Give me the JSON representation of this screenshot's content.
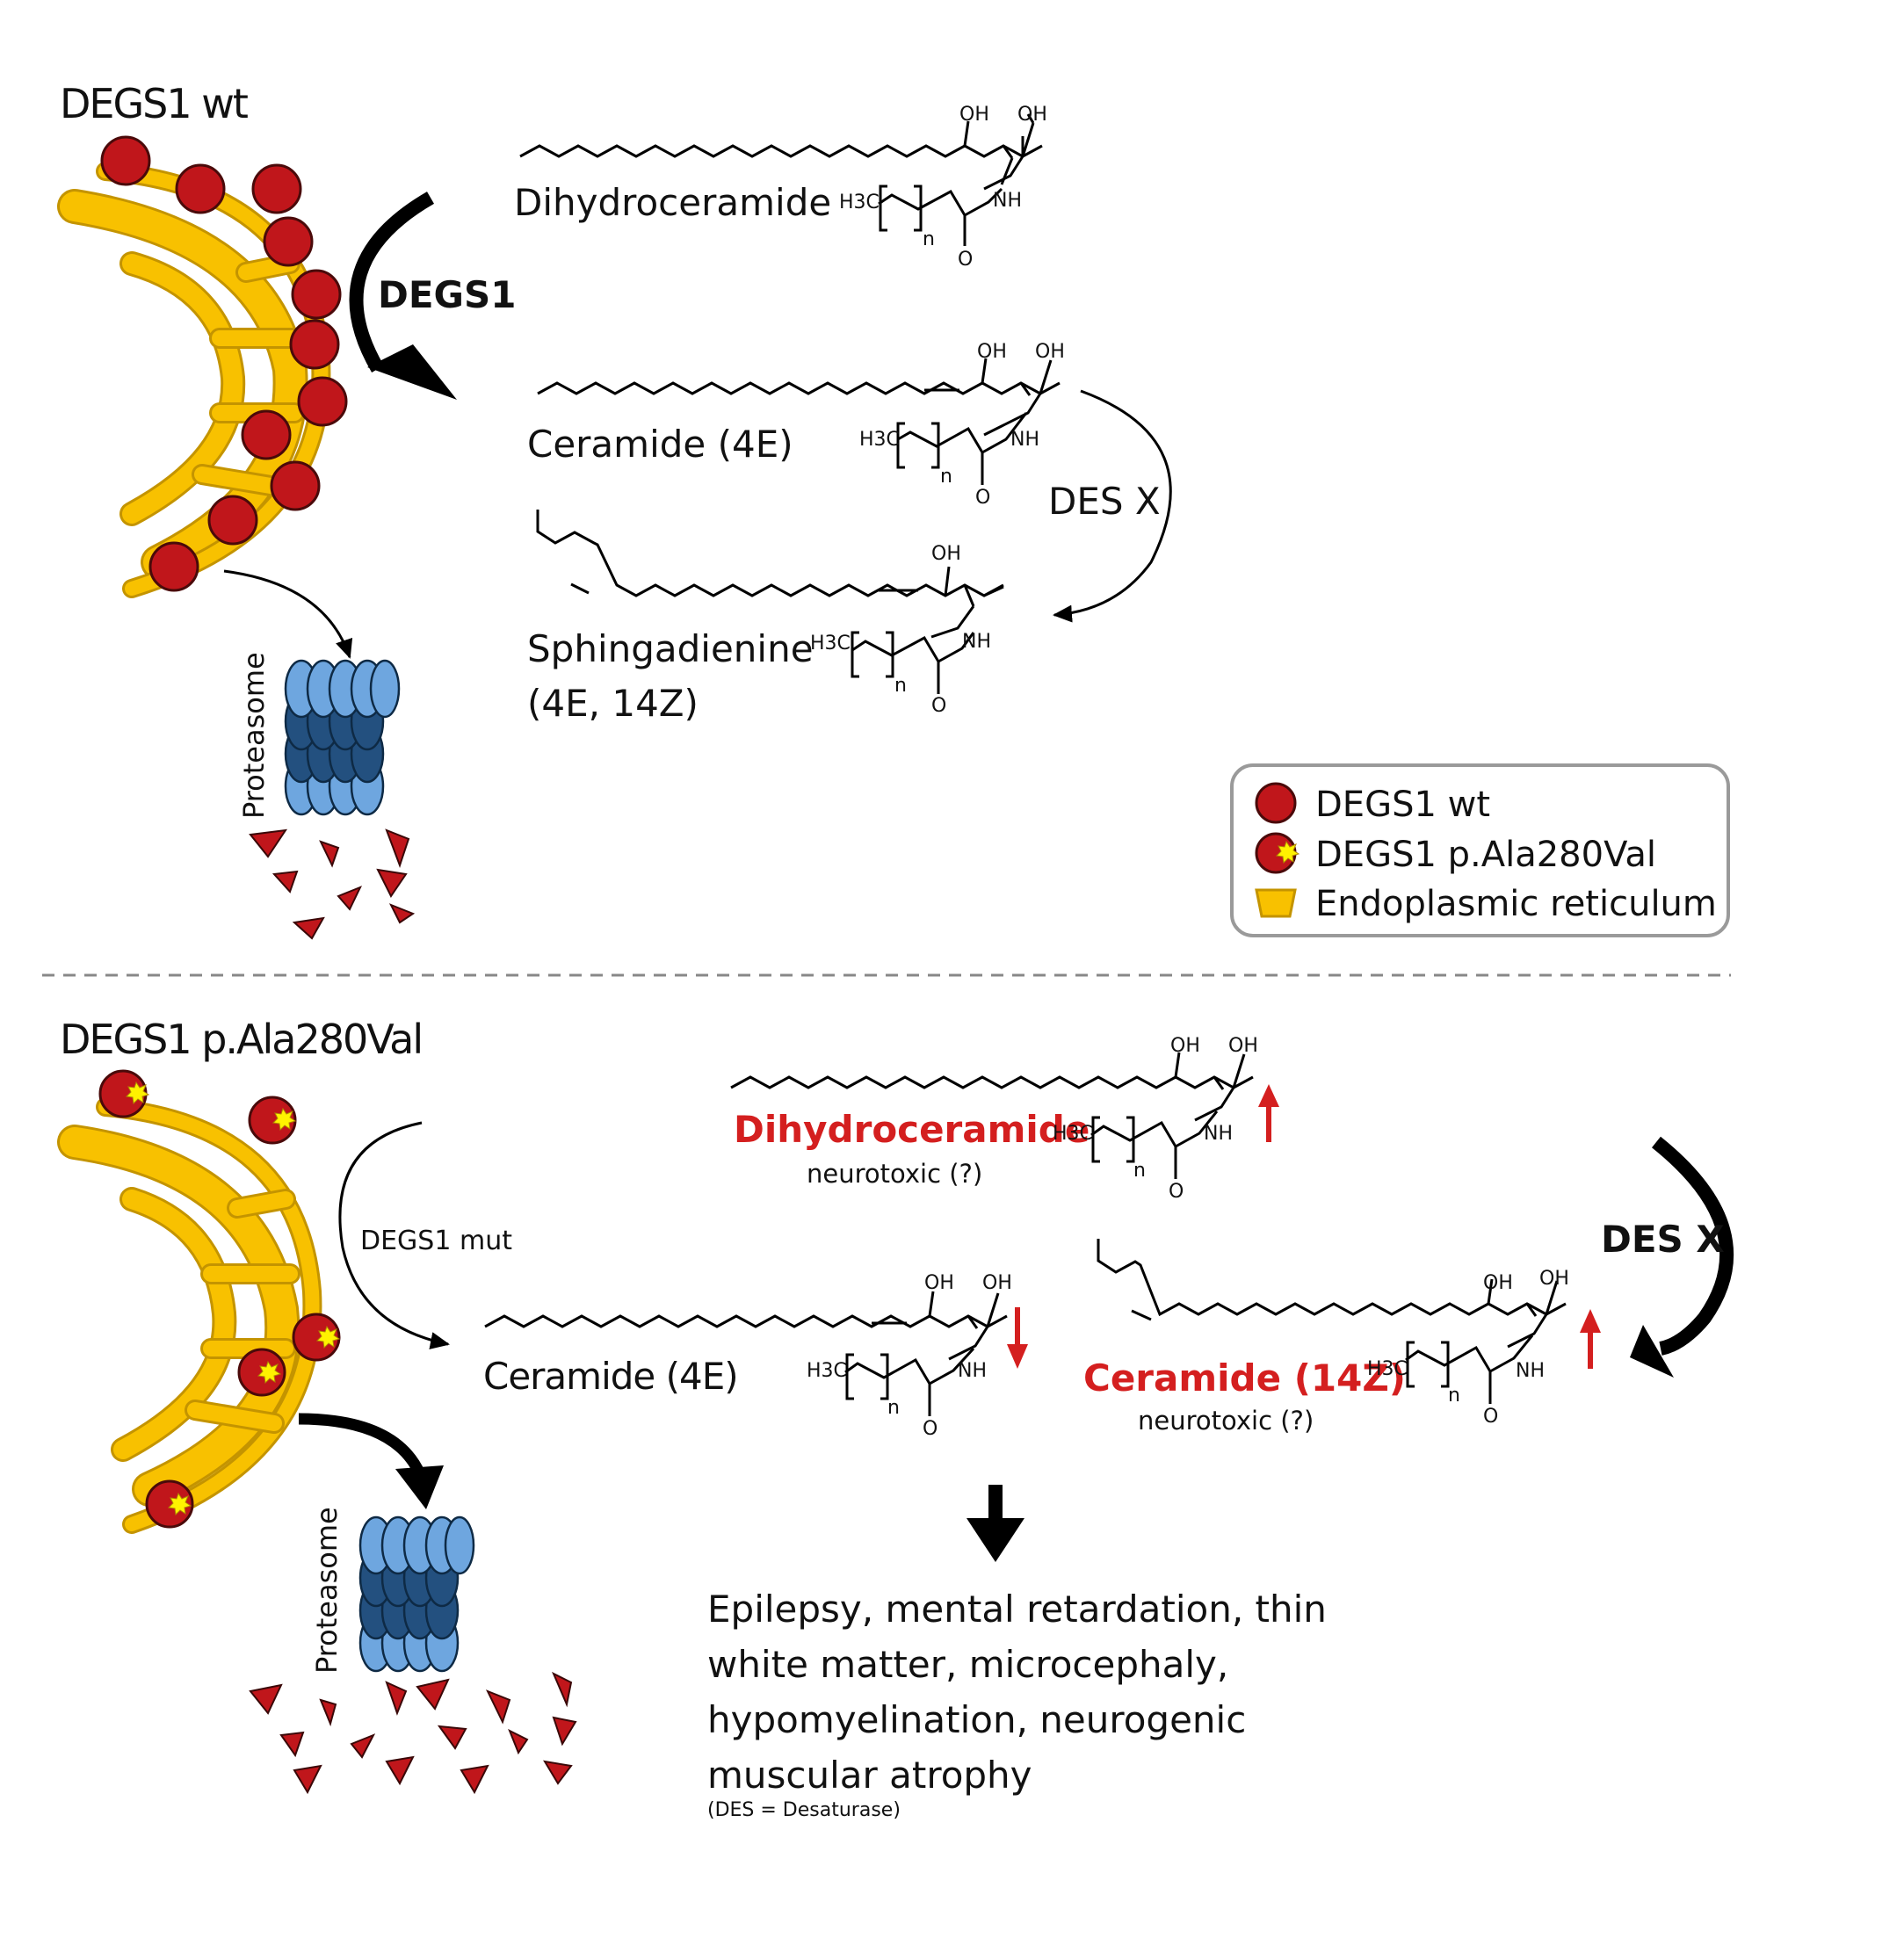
{
  "wt": {
    "title": "DEGS1 wt",
    "enzyme_label": "DEGS1",
    "proteasome_label": "Proteasome",
    "dihydroceramide": "Dihydroceramide",
    "ceramide": "Ceramide (4E)",
    "desx_label": "DES X",
    "sphingadienine_line1": "Sphingadienine",
    "sphingadienine_line2": "(4E, 14Z)"
  },
  "mut": {
    "title": "DEGS1 p.Ala280Val",
    "enzyme_label": "DEGS1 mut",
    "proteasome_label": "Proteasome",
    "dihydroceramide": "Dihydroceramide",
    "dihydroceramide_note": "neurotoxic (?)",
    "ceramide": "Ceramide (4E)",
    "ceramide14z": "Ceramide (14Z)",
    "ceramide14z_note": "neurotoxic (?)",
    "desx_label": "DES X",
    "outcome": "Epilepsy, mental retardation, thin white matter, microcephaly, hypomyelination, neurogenic muscular atrophy",
    "footnote": "(DES = Desaturase)"
  },
  "chem": {
    "oh": "OH",
    "nh": "NH",
    "o": "O",
    "n": "n",
    "h3c": "H3C"
  },
  "legend": {
    "items": [
      {
        "label": "DEGS1 wt",
        "icon": "red-circle"
      },
      {
        "label": "DEGS1 p.Ala280Val",
        "icon": "red-circle-with-star"
      },
      {
        "label": "Endoplasmic reticulum",
        "icon": "yellow-er-shape"
      }
    ]
  },
  "colors": {
    "er": "#f8c100",
    "er_stroke": "#c49400",
    "protein": "#c0161b",
    "protein_stroke": "#4a0a0a",
    "proteasome_light": "#6ea6df",
    "proteasome_dark": "#23507f",
    "highlight_red": "#d41f1f",
    "star": "#fff200",
    "divider": "#888888"
  }
}
